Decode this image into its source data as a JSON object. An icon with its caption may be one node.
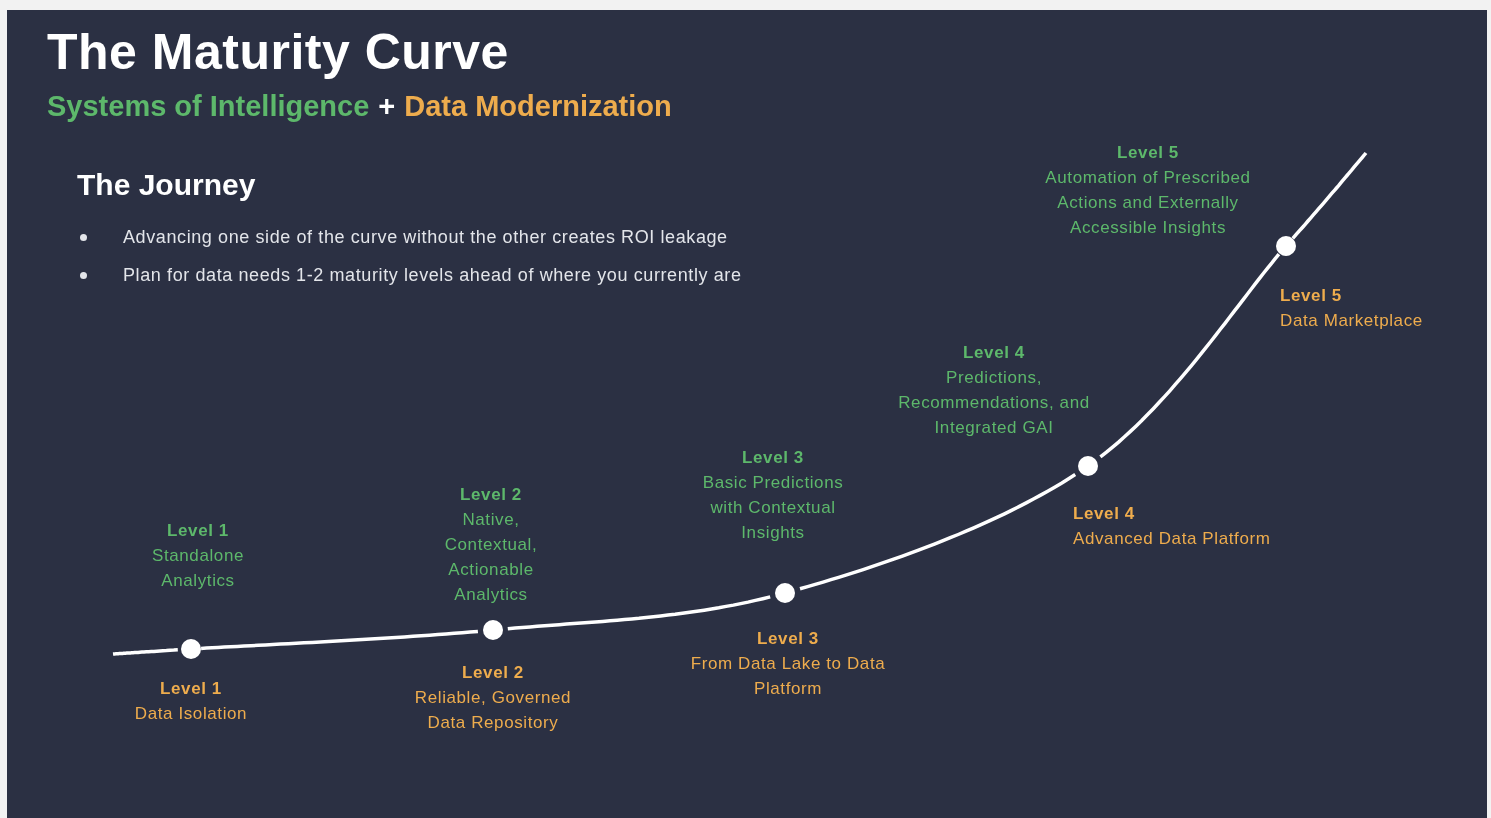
{
  "diagram": {
    "title": "The Maturity Curve",
    "nodes": [
      {
        "text": [],
        "shape": "circle",
        "beside": [
          "Level 1",
          "Standalone Analytics",
          "Level 1",
          "Data Isolation"
        ]
      },
      {
        "text": [],
        "shape": "circle",
        "beside": [
          "Level 2",
          "Native, Contextual, Actionable Analytics",
          "Level 2",
          "Reliable, Governed Data Repository"
        ]
      },
      {
        "text": [],
        "shape": "circle",
        "beside": [
          "Level 3",
          "Basic Predictions with Contextual Insights",
          "Level 3",
          "From Data Lake to Data Platform"
        ]
      },
      {
        "text": [],
        "shape": "circle",
        "beside": [
          "Level 4",
          "Predictions, Recommendations, and Integrated GAI",
          "Level 4",
          "Advanced Data Platform"
        ]
      },
      {
        "text": [],
        "shape": "circle",
        "beside": [
          "Level 5",
          "Automation of Prescribed Actions and Externally Accessible Insights",
          "Level 5",
          "Data Marketplace"
        ]
      }
    ],
    "edges": [
      {
        "from": null,
        "to": 0,
        "arrow": "none"
      },
      {
        "from": 0,
        "to": 1,
        "arrow": "none"
      },
      {
        "from": 1,
        "to": 2,
        "arrow": "none"
      },
      {
        "from": 2,
        "to": 3,
        "arrow": "none"
      },
      {
        "from": 3,
        "to": 4,
        "arrow": "none"
      },
      {
        "from": 4,
        "to": null,
        "arrow": "none"
      }
    ],
    "labels": [
      "Systems of Intelligence",
      "+",
      "Data Modernization",
      "The Journey",
      "Advancing one side of the curve without the other creates ROI leakage",
      "Plan for data needs 1-2 maturity levels ahead of where you currently are"
    ]
  }
}
